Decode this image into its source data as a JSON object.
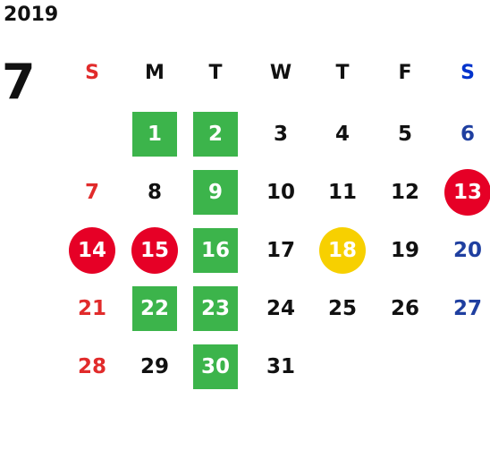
{
  "year": "2019",
  "month": "7",
  "colors": {
    "sunday": "#e12b2b",
    "saturday": "#1f3fa0",
    "weekday": "#111111",
    "green": "#3cb44b",
    "red_circle": "#e60026",
    "yellow_circle": "#f7d000",
    "sat_header": "#0033cc"
  },
  "weekdays": [
    "S",
    "M",
    "T",
    "W",
    "T",
    "F",
    "S"
  ],
  "weeks": [
    [
      {
        "day": ""
      },
      {
        "day": "1",
        "style": "green"
      },
      {
        "day": "2",
        "style": "green"
      },
      {
        "day": "3"
      },
      {
        "day": "4"
      },
      {
        "day": "5"
      },
      {
        "day": "6"
      }
    ],
    [
      {
        "day": "7"
      },
      {
        "day": "8"
      },
      {
        "day": "9",
        "style": "green"
      },
      {
        "day": "10"
      },
      {
        "day": "11"
      },
      {
        "day": "12"
      },
      {
        "day": "13",
        "style": "red"
      }
    ],
    [
      {
        "day": "14",
        "style": "red"
      },
      {
        "day": "15",
        "style": "red"
      },
      {
        "day": "16",
        "style": "green"
      },
      {
        "day": "17"
      },
      {
        "day": "18",
        "style": "yellow"
      },
      {
        "day": "19"
      },
      {
        "day": "20"
      }
    ],
    [
      {
        "day": "21"
      },
      {
        "day": "22",
        "style": "green"
      },
      {
        "day": "23",
        "style": "green"
      },
      {
        "day": "24"
      },
      {
        "day": "25"
      },
      {
        "day": "26"
      },
      {
        "day": "27"
      }
    ],
    [
      {
        "day": "28"
      },
      {
        "day": "29"
      },
      {
        "day": "30",
        "style": "green"
      },
      {
        "day": "31"
      },
      {
        "day": ""
      },
      {
        "day": ""
      },
      {
        "day": ""
      }
    ]
  ]
}
